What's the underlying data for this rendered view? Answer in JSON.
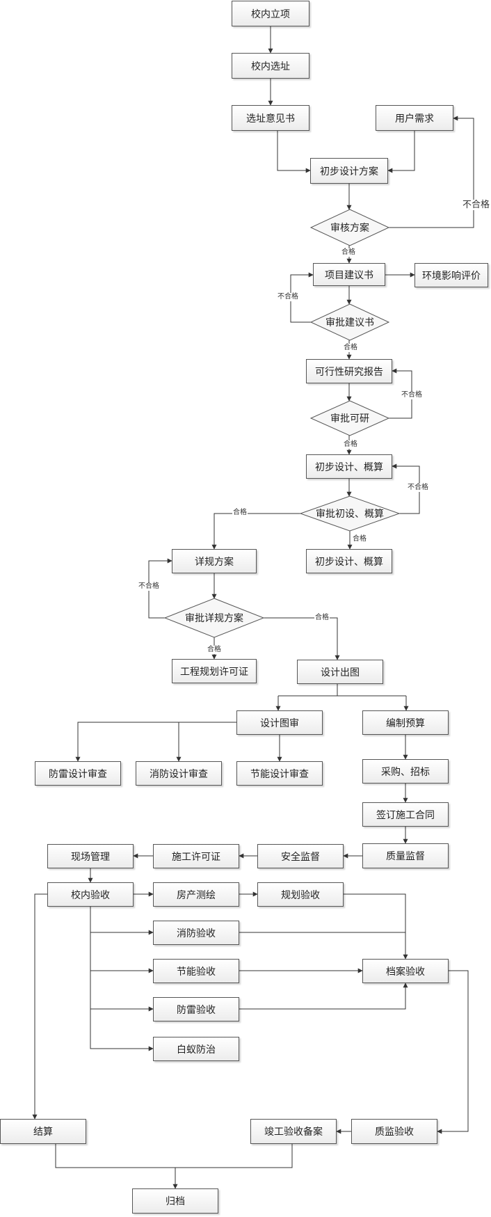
{
  "nodes": {
    "xiaoneilixiang": "校内立项",
    "xiaoneixuanzhi": "校内选址",
    "xuanzhiyijianshu": "选址意见书",
    "yonghuxuqiu": "用户需求",
    "chubusheji": "初步设计方案",
    "shenhefangan": "审核方案",
    "xiangmujianyishu": "项目建议书",
    "huanjingpingjia": "环境影响评价",
    "shenpijianyishu": "审批建议书",
    "kexingxing": "可行性研究报告",
    "shenpikeyan": "审批可研",
    "chubugaisuan1": "初步设计、概算",
    "shenpichushe": "审批初设、概算",
    "chubugaisuan2": "初步设计、概算",
    "xianggui": "详规方案",
    "shenpixianggui": "审批详规方案",
    "gongchengguihua": "工程规划许可证",
    "shejichutu": "设计出图",
    "shejitushen": "设计图审",
    "bianzhiyusuan": "编制预算",
    "fangleisheji": "防雷设计审查",
    "xiaofangsheji": "消防设计审查",
    "jienengsheji": "节能设计审查",
    "caigou": "采购、招标",
    "qianding": "签订施工合同",
    "xianchang": "现场管理",
    "shigongxuke": "施工许可证",
    "anquan": "安全监督",
    "zhiliang": "质量监督",
    "xiaoneiyanshou": "校内验收",
    "fangchan": "房产测绘",
    "guihuayanshou": "规划验收",
    "xiaofangyanshou": "消防验收",
    "jienengyanshou": "节能验收",
    "dangan": "档案验收",
    "fangleiyanshou": "防雷验收",
    "baiyi": "白蚁防治",
    "jiesuan": "结算",
    "jungong": "竣工验收备案",
    "zhijian": "质监验收",
    "guidang": "归档"
  },
  "labels": {
    "pass": "合格",
    "fail": "不合格"
  }
}
